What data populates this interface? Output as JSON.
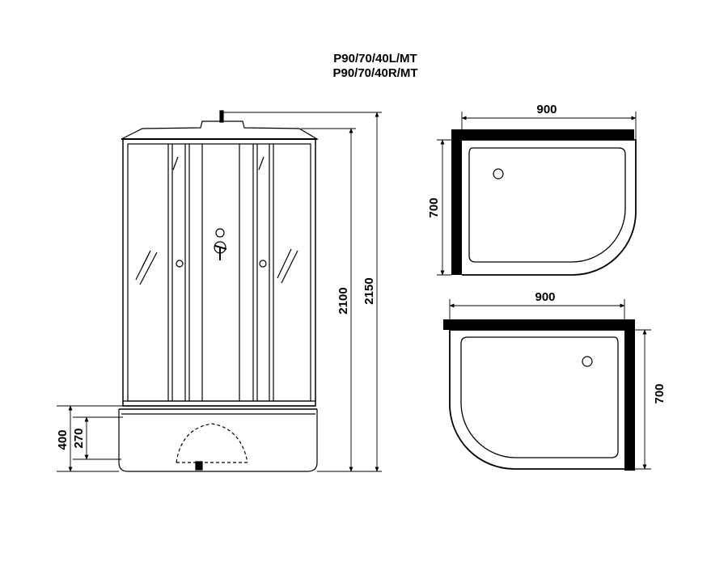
{
  "models": [
    "P90/70/40L/MT",
    "P90/70/40R/MT"
  ],
  "dimensions": {
    "front_view": {
      "total_height": "2150",
      "cabin_height": "2100",
      "tray_height": "400",
      "tray_inner_height": "270"
    },
    "top_view_left": {
      "width": "900",
      "depth": "700"
    },
    "top_view_right": {
      "width": "900",
      "depth": "700"
    }
  }
}
